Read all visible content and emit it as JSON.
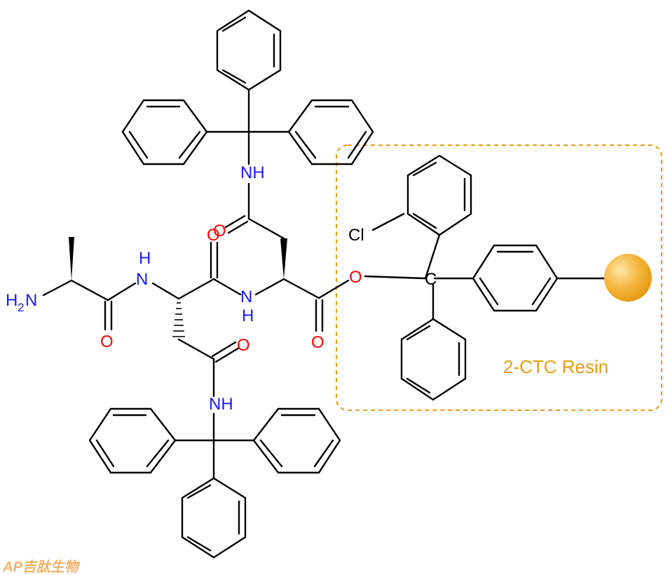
{
  "atoms": {
    "amine": "H",
    "amine_sub": "2",
    "amine_n": "N",
    "nh": "NH",
    "h": "H",
    "n": "N",
    "o": "O",
    "cl": "Cl",
    "c": "C"
  },
  "resin_label": "2-CTC Resin",
  "watermark": "AP吉肽生物",
  "colors": {
    "nitrogen": "#1a1aff",
    "oxygen": "#ff0000",
    "resin": "#e69b14"
  }
}
